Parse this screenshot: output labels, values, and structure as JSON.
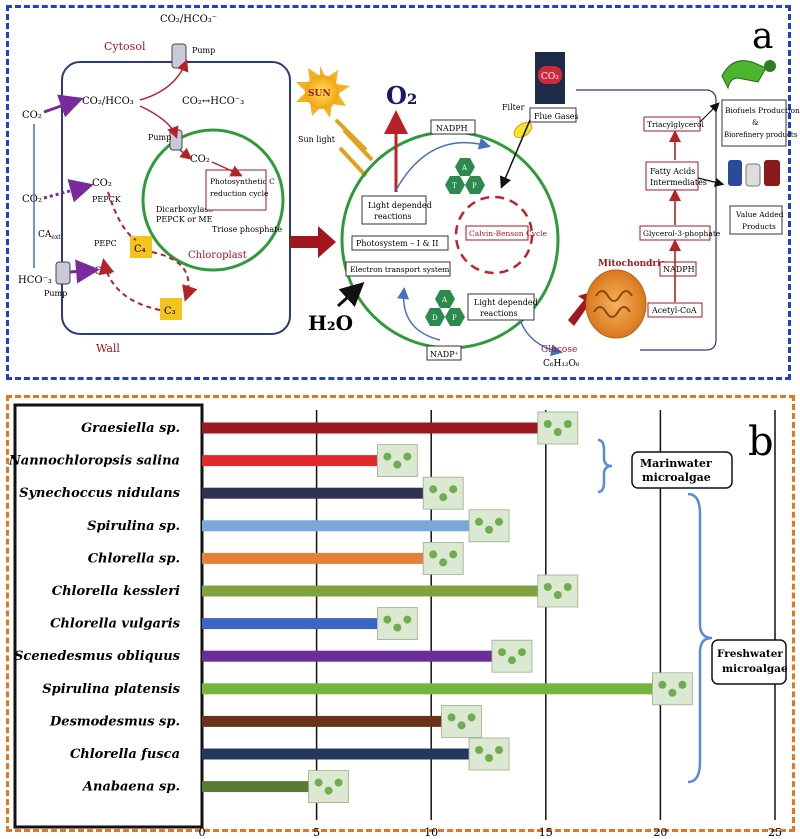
{
  "panel_a": {
    "letter": "a",
    "cell": {
      "cytosol": "Cytosol",
      "wall": "Wall",
      "chloroplast": "Chloroplast",
      "pump": "Pump",
      "co2_hco3_top": "CO₂/HCO₃⁻",
      "co2_hco3_inner": "CO₂/HCO₃",
      "co2_hco3_equil": "CO₂↔HCO⁻₃",
      "co2_left1": "CO₂",
      "co2_left2": "CO₂",
      "hco3_left": "HCO⁻₃",
      "co2_mid": "CO₂",
      "hco3_mid": "HCO⁻₃",
      "co2_chl": "CO₂",
      "ca_ext": "CA",
      "ca_ext_sub": "ext",
      "pepck": "PEPCK",
      "pepc": "PEPC",
      "c4": "C₄",
      "c3": "C₃",
      "decarboxylase": [
        "Dicarboxylase",
        "PEPCK or ME"
      ],
      "photosynthetic": [
        "Photosynthetic C",
        "reduction cycle"
      ],
      "triose": "Triose phosphate"
    },
    "light": {
      "sun": "SUN",
      "sun_light": "Sun light",
      "o2": "O₂",
      "h2o": "H₂O",
      "filter": "Filter",
      "flue_gases": "Flue Gases",
      "co2_badge": "CO₂",
      "nadph": "NADPH",
      "nadp": "NADP⁺",
      "atp": [
        "A",
        "T",
        "P"
      ],
      "adp": [
        "A",
        "D",
        "P"
      ],
      "light_reactions_1": [
        "Light depended",
        "reactions"
      ],
      "photosystem": "Photosystem – I & II",
      "ets": "Electron transport system",
      "calvin": "Calvin-Benson Cycle",
      "light_reactions_2": [
        "Light depended",
        "reactions"
      ],
      "glucose": "Glucose",
      "glucose_formula": "C₆H₁₂O₆"
    },
    "lipid": {
      "mitochondria": "Mitochondria",
      "acetyl": "Acetyl-CoA",
      "nadph": "NADPH",
      "glycerol": "Glycerol-3-phophate",
      "fatty_acids": [
        "Fatty Acids",
        "Intermediates"
      ],
      "triacylglycerol": "Triacylglycerol",
      "biofuels": [
        "Biofuels Production",
        "&",
        "Biorefinery products"
      ],
      "value_added": [
        "Value Added",
        "Products"
      ]
    }
  },
  "panel_b": {
    "letter": "b",
    "group_marine": [
      "Marinwater",
      "microalgae"
    ],
    "group_fresh": [
      "Freshwater",
      "microalgae"
    ]
  },
  "chart_data": {
    "type": "bar",
    "orientation": "horizontal",
    "categories": [
      "Graesiella sp.",
      "Nannochloropsis salina",
      "Synechoccus nidulans",
      "Spirulina sp.",
      "Chlorella sp.",
      "Chlorella kessleri",
      "Chlorella vulgaris",
      "Scenedesmus obliquus",
      "Spirulina platensis",
      "Desmodesmus sp.",
      "Chlorella fusca",
      "Anabaena sp."
    ],
    "values": [
      15,
      8,
      10,
      12,
      10,
      15,
      8,
      13,
      20,
      10.8,
      12,
      5
    ],
    "bar_colors": [
      "#9a1a1f",
      "#e0282e",
      "#2d3350",
      "#7aa6d8",
      "#e2813a",
      "#7fa33c",
      "#3a67c2",
      "#6a2e96",
      "#74b53e",
      "#6a3319",
      "#25375e",
      "#5b7a34"
    ],
    "xlim": [
      0,
      25
    ],
    "xticks": [
      0,
      5,
      10,
      15,
      20,
      25
    ],
    "grid": true
  }
}
